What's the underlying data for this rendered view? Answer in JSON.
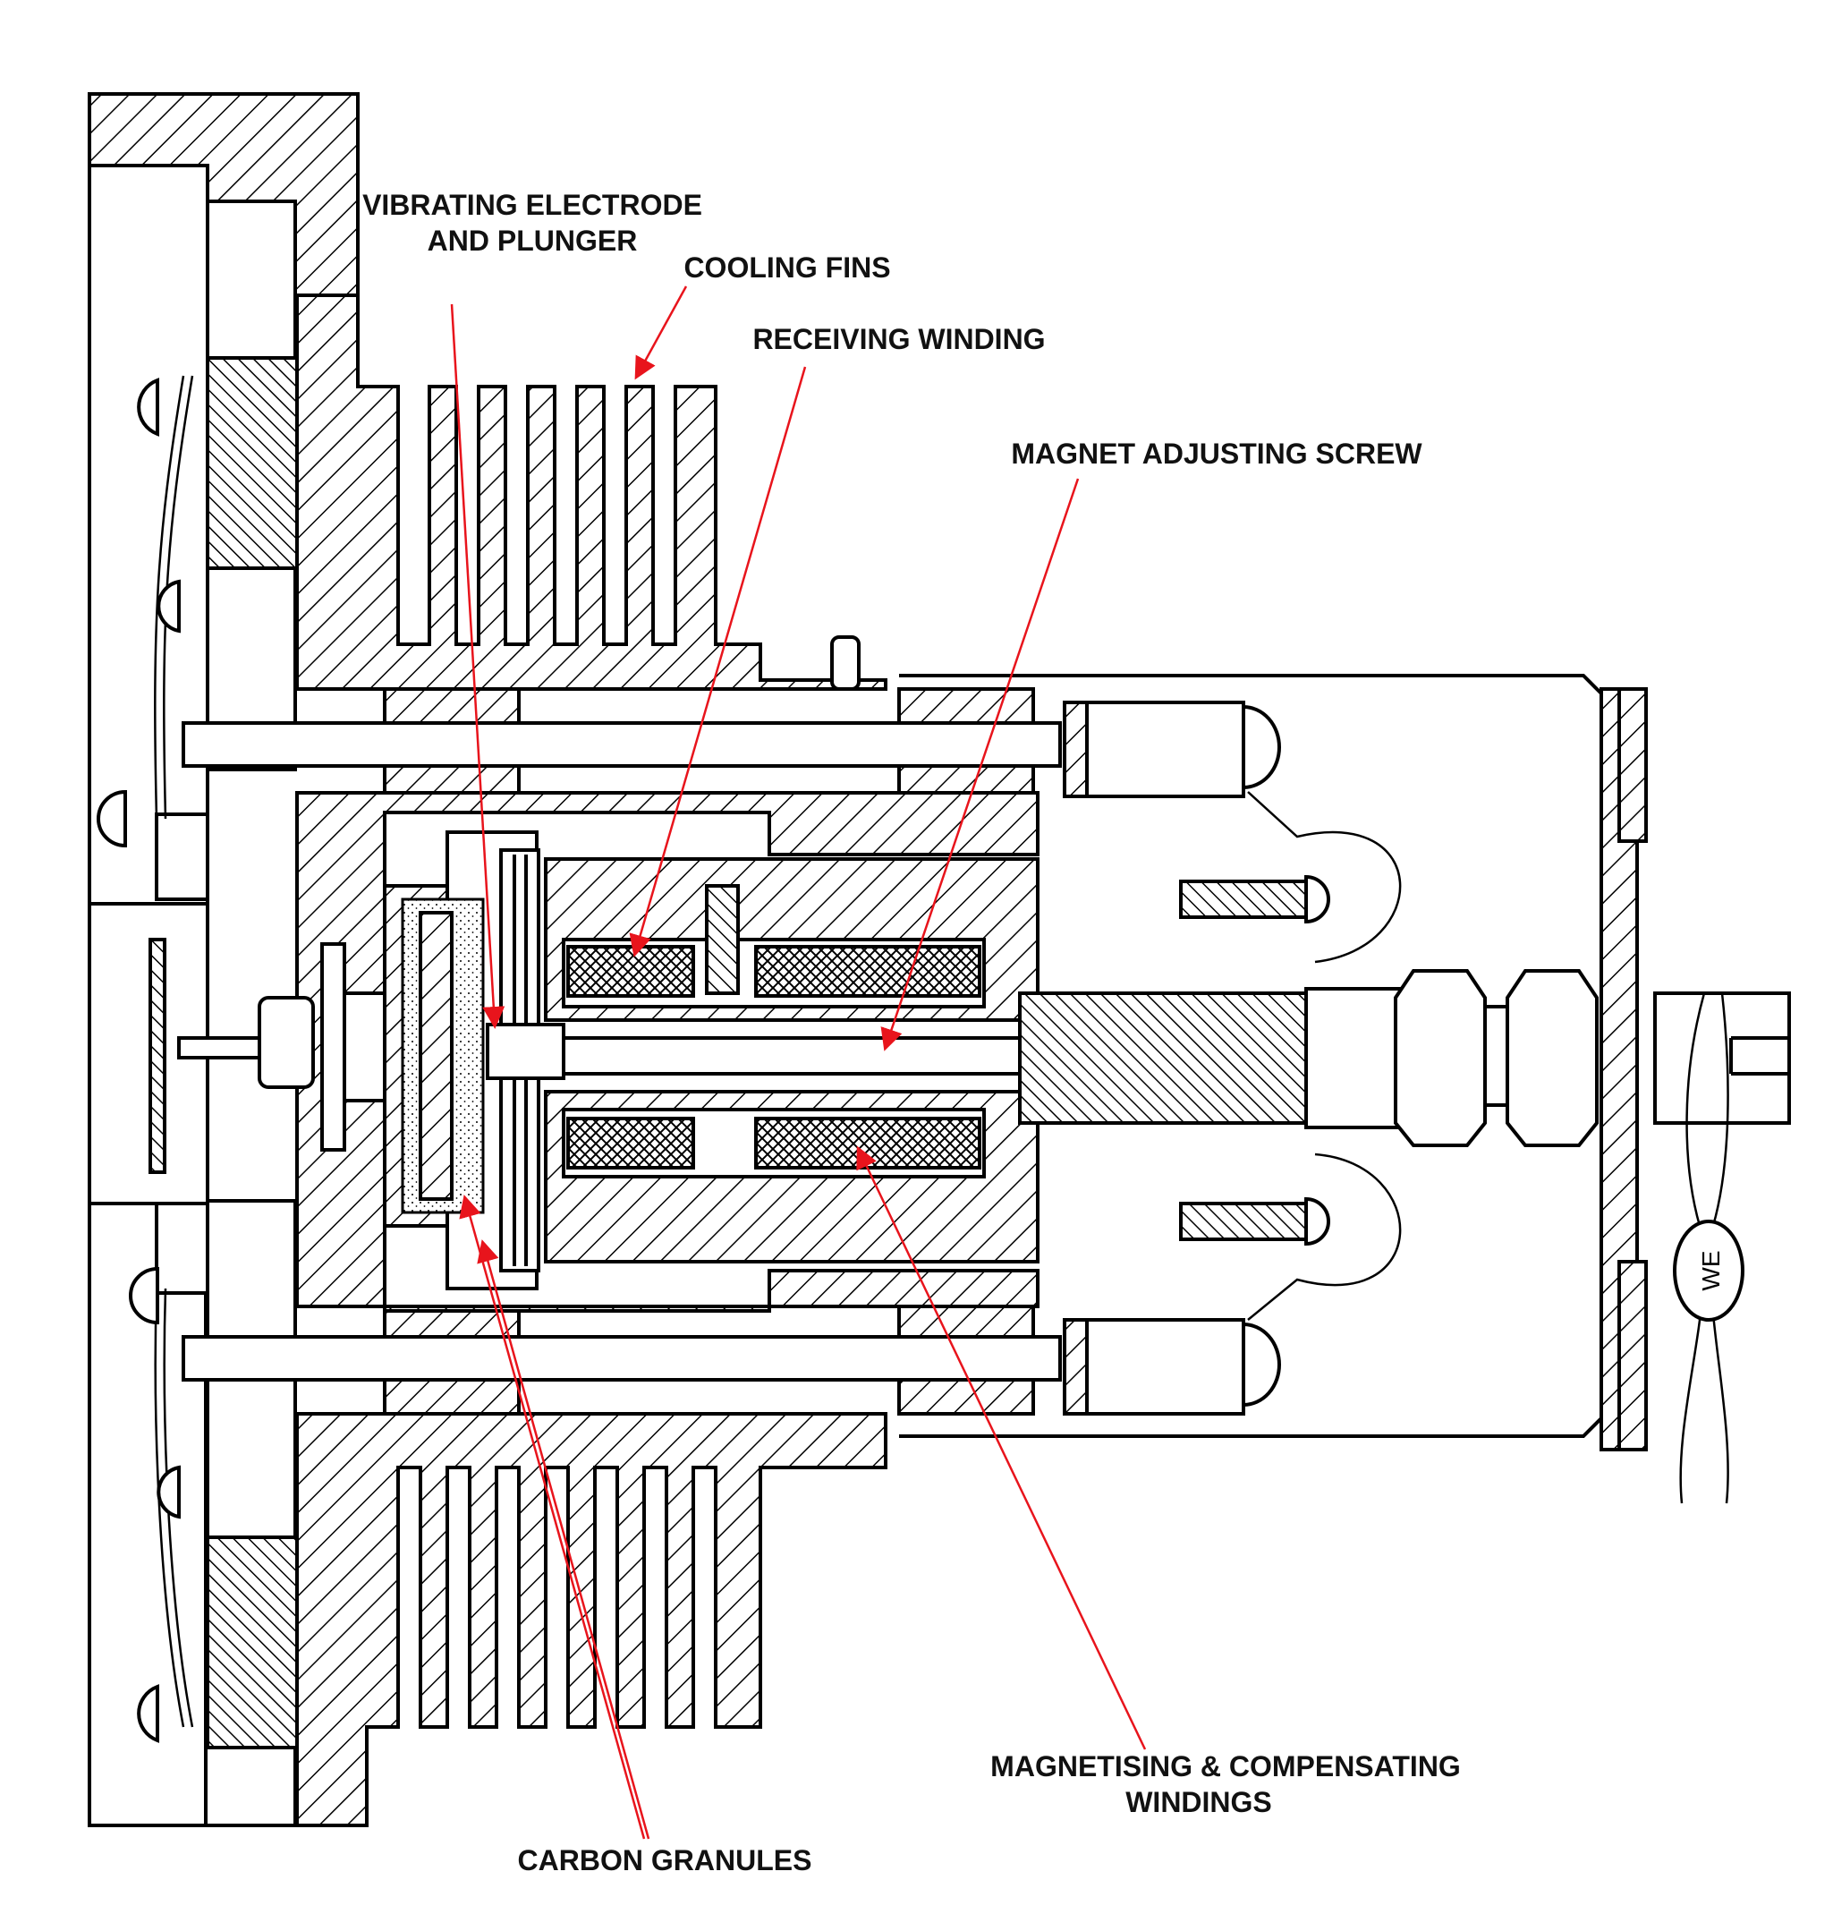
{
  "labels": {
    "vibrating_electrode_line1": "VIBRATING ELECTRODE",
    "vibrating_electrode_line2": "AND PLUNGER",
    "cooling_fins": "COOLING FINS",
    "receiving_winding": "RECEIVING WINDING",
    "magnet_adjusting_screw": "MAGNET ADJUSTING SCREW",
    "magnetising_line1": "MAGNETISING   & COMPENSATING",
    "magnetising_line2": "WINDINGS",
    "carbon_granules": "CARBON GRANULES",
    "tag_text": "WE"
  },
  "colors": {
    "arrow": "#e8141c",
    "line": "#000000",
    "text": "#111111",
    "background": "#ffffff"
  }
}
